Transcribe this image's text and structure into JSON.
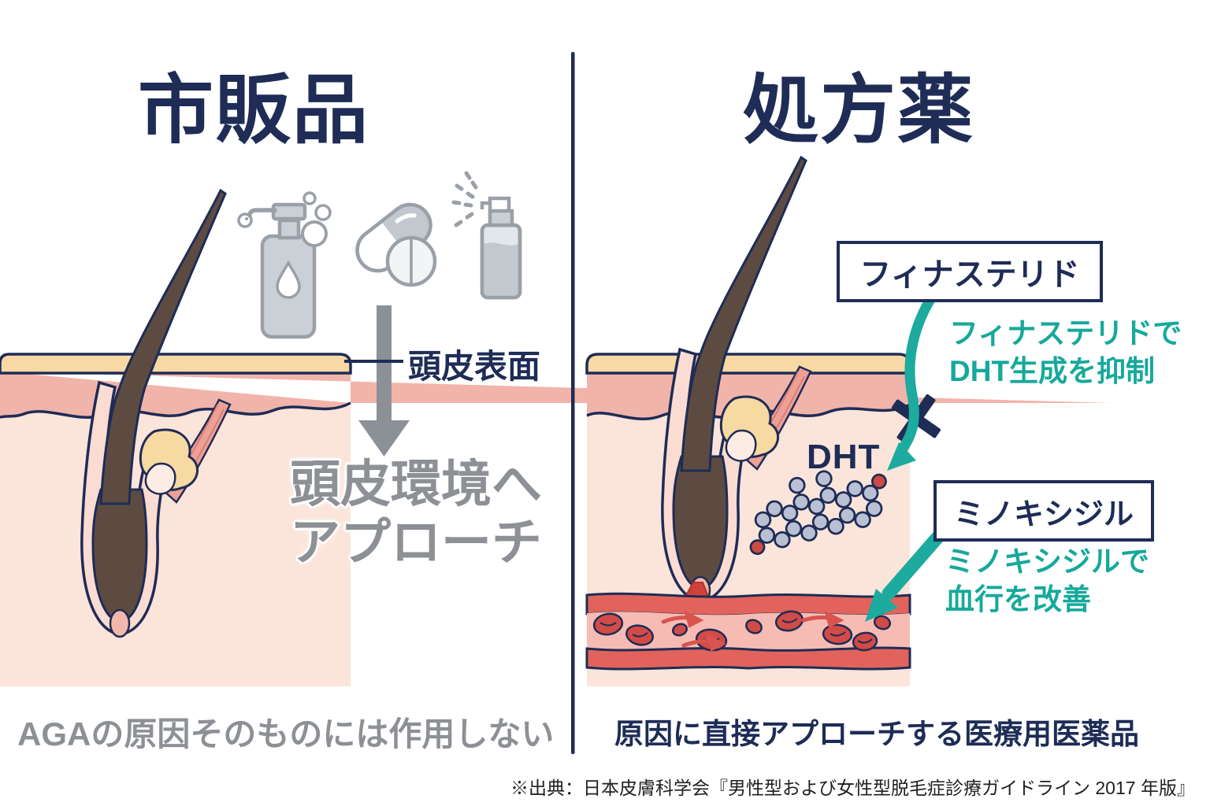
{
  "colors": {
    "navy": "#1e2c56",
    "teal": "#16a99b",
    "gray_text": "#8d9095",
    "gray_icon": "#9aa0a8",
    "epidermis": "#f8d8a4",
    "dermis": "#f1b4aa",
    "hypodermis": "#fbe4da",
    "vessel_wall": "#e2635c",
    "vessel_interior": "#f6bcb4",
    "blood_cell": "#d14b47",
    "hair_brown": "#5d4b41"
  },
  "left": {
    "title": "市販品",
    "surface_label": "頭皮表面",
    "approach_line1": "頭皮環境へ",
    "approach_line2": "アプローチ",
    "bottom_note": "AGAの原因そのものには作用しない",
    "icons": [
      "pump-bottle-icon",
      "capsule-tablet-icon",
      "spray-bottle-icon",
      "down-arrow-icon"
    ]
  },
  "right": {
    "title": "処方薬",
    "finasteride_box_label": "フィナステリド",
    "finasteride_note_line1": "フィナステリドで",
    "finasteride_note_line2": "DHT生成を抑制",
    "dht_label": "DHT",
    "minoxidil_box_label": "ミノキシジル",
    "minoxidil_note_line1": "ミノキシジルで",
    "minoxidil_note_line2": "血行を改善",
    "bottom_note": "原因に直接アプローチする医療用医薬品",
    "icons": [
      "x-mark-icon",
      "teal-arrow-icon",
      "dht-molecule",
      "blood-vessel"
    ]
  },
  "footer": {
    "source": "※出典：日本皮膚科学会『男性型および女性型脱毛症診療ガイドライン 2017 年版』"
  }
}
